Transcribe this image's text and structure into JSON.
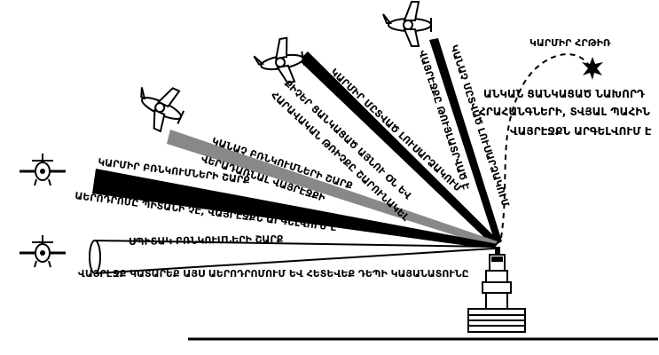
{
  "top_right": {
    "red_flare": "ԿԱՐՄԻՐ ՀՐԹԻՌ",
    "note_line1": "ԱՆԿԱՆ ՑԱՆԿԱՑԱԾ ՆԱԽՈՐԴ",
    "note_line2": "ՀՐԱՀԱՆԳՆԵՐԻ, ՏՎՅԱԼ ՊԱՀԻՆ",
    "note_line3": "ՎԱՅՐԷՋՔՆ ԱՐԳԵԼՎՈՒՄ Է"
  },
  "beams": [
    {
      "id": "beam-1",
      "fill": "#000000",
      "line1": "ԿԱՆԱՉ ՄԸՏՎԱԾ ԼՈՒՍԱՐՁԱԿՈՒՄ",
      "line2": "ՎԱՅՐԷՋՔԸ ԹՈՒՅԼԱՏՐՎԱԾ Է"
    },
    {
      "id": "beam-2",
      "fill": "#000000",
      "line1": "ԿԱՐՄԻՐ ՄԸՏՎԱԾ ԼՈՒՍԱՐՁԱԿՈՒՄ",
      "line2": "ՔԻՉԵՐ ՑԱՆԿԱՑԱԾ ԱՅՆՈՒ ՕՆ ԵՎ",
      "line3": "ՀԱՐԱՎԱԿԱՆ ԹՌԻՉՔԸ ՇԱՐՈՒՆԱԿԵԼ"
    },
    {
      "id": "beam-3",
      "fill": "#888888",
      "line1": "ԿԱՆԱՉ ԲՌՆԿՈՒՄՆԵՐԻ ՇԱՐՔ",
      "line2": "ՎԵՐԱԴԱՌՆԱԼ ՎԱՅՐԷՋՔԻ"
    },
    {
      "id": "beam-4",
      "fill": "#000000",
      "line1": "ԿԱՐՄԻՐ ԲՌՆԿՈՒՄՆԵՐԻ ՇԱՐՔ",
      "line2": "ԱԵՐՈԴՐՈՄԸ ՊԻՏԱՆԻ ՉԷ, ՎԱՅՐԷՋՔՆ ԱՐԳԵԼՎՈՒՄ Է"
    },
    {
      "id": "beam-5",
      "fill": "#ffffff",
      "line1": "ՍՊԻՏԱԿ ԲՌՆԿՈՒՄՆԵՐԻ ՇԱՐՔ",
      "line2": "ՎԱՅՐԷՋՔ ԿԱՏԱՐԵՔ ԱՅՍ ԱԵՐՈԴՐՈՄՈՒՄ ԵՎ ՀԵՏԵՎԵՔ ԴԵՊԻ ԿԱՅԱՆԱՏՈՒՆԸ"
    }
  ],
  "colors": {
    "ink": "#000000",
    "gray_beam": "#888888",
    "paper": "#ffffff"
  },
  "icons": [
    "airplane-icon",
    "starburst-icon",
    "control-tower-icon"
  ]
}
